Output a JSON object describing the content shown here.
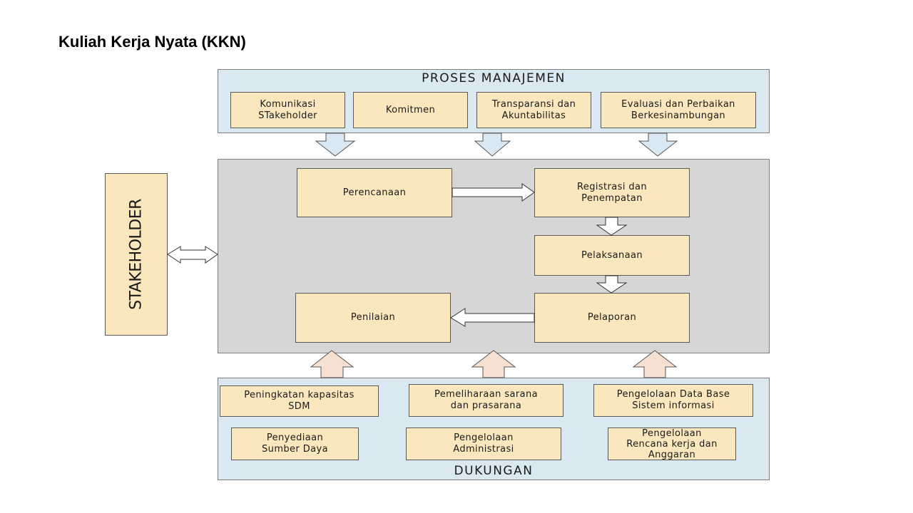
{
  "title": "Kuliah Kerja Nyata (KKN)",
  "stakeholder": {
    "label": "STAKEHOLDER"
  },
  "proses_manajemen": {
    "heading": "PROSES MANAJEMEN",
    "items": [
      "Komunikasi\nSTakeholder",
      "Komitmen",
      "Transparansi dan\nAkuntabilitas",
      "Evaluasi dan Perbaikan\nBerkesinambungan"
    ]
  },
  "process": {
    "perencanaan": "Perencanaan",
    "registrasi": "Registrasi dan\nPenempatan",
    "pelaksanaan": "Pelaksanaan",
    "pelaporan": "Pelaporan",
    "penilaian": "Penilaian"
  },
  "dukungan": {
    "heading": "DUKUNGAN",
    "items": [
      "Peningkatan kapasitas\nSDM",
      "Pemeliharaan sarana\ndan prasarana",
      "Pengelolaan Data Base\nSistem informasi",
      "Penyediaan\nSumber Daya",
      "Pengelolaan\nAdministrasi",
      "Pengelolaan\nRencana kerja dan\nAnggaran"
    ]
  },
  "colors": {
    "panel_blue": "#dae9f1",
    "panel_gray": "#d6d6d6",
    "box_fill": "#fbe7bd",
    "arrow_down_fill": "#d9e8f2",
    "arrow_up_fill": "#f6e0d2"
  }
}
